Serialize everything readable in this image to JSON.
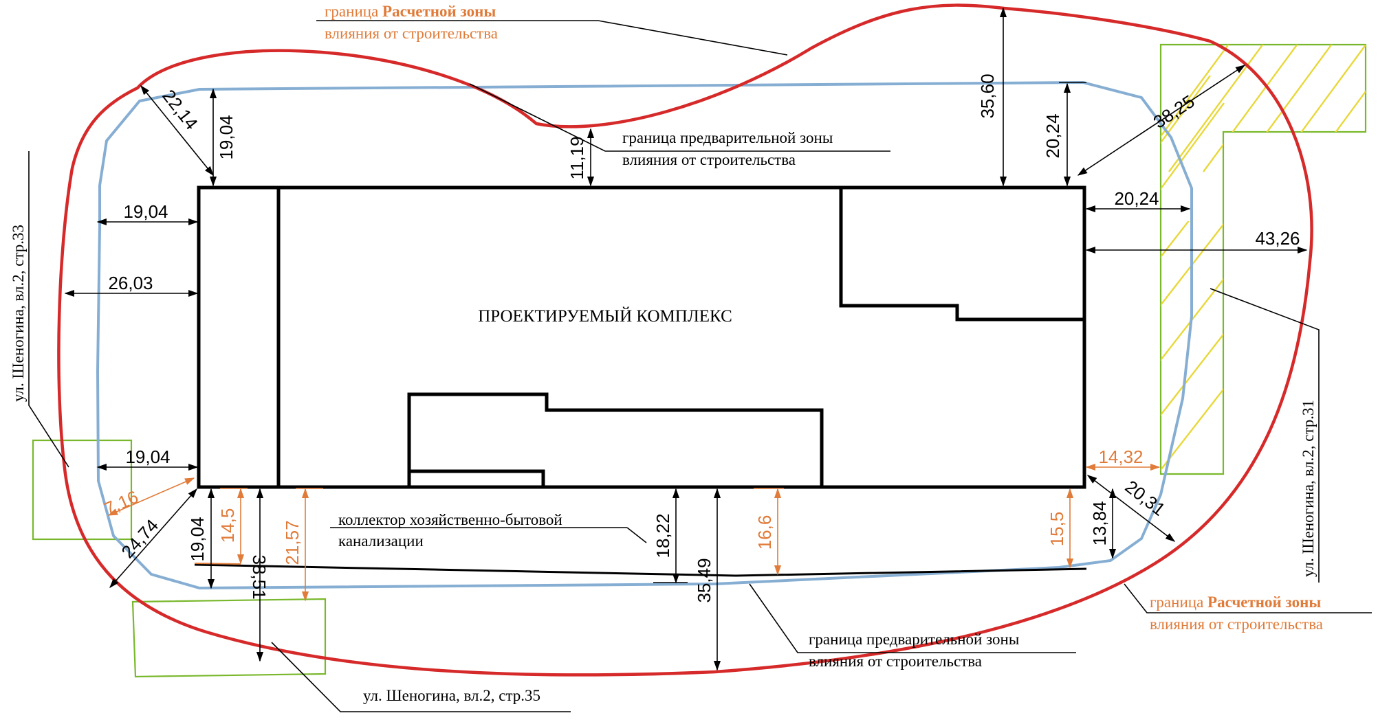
{
  "building": {
    "title": "ПРОЕКТИРУЕМЫЙ КОМПЛЕКС"
  },
  "labels": {
    "calc_zone_top": {
      "line1_prefix": "граница ",
      "line1_bold": "Расчетной зоны",
      "line2": "влияния от строительства"
    },
    "calc_zone_bottom": {
      "line1_prefix": "граница ",
      "line1_bold": "Расчетной зоны",
      "line2": "влияния от строительства"
    },
    "prelim_zone_top": {
      "line1": "граница предварительной зоны",
      "line2": "влияния от строительства"
    },
    "prelim_zone_bottom": {
      "line1": "граница предварительной зоны",
      "line2": "влияния от строительства"
    },
    "collector": {
      "line1": "коллектор хозяйственно-бытовой",
      "line2": "канализации"
    },
    "street_left": "ул. Шеногина, вл.2, стр.33",
    "street_right": "ул. Шеногина, вл.2, стр.31",
    "street_bottom": "ул. Шеногина, вл.2, стр.35"
  },
  "dimensions": {
    "top_left_diag": "22,14",
    "top_left": "19,04",
    "top_middle": "11,19",
    "top_calc": "35,60",
    "top_right": "20,24",
    "top_right_diag": "38,25",
    "right_upper": "20,24",
    "right_calc": "43,26",
    "right_lower_orange": "14,32",
    "bottom_right_diag": "20,31",
    "bottom_right": "13,84",
    "bottom_right_orange": "15,5",
    "bottom_mid_calc": "35,49",
    "bottom_mid_orange": "16,6",
    "bottom_mid": "18,22",
    "bottom_left_orange_a": "21,57",
    "bottom_left_calc": "38,51",
    "bottom_left_orange_b": "14,5",
    "bottom_left_prelim": "19,04",
    "bottom_left_diag": "24,74",
    "bottom_left_orange_diag": "7,16",
    "left_upper": "19,04",
    "left_calc": "26,03",
    "left_lower": "19,04"
  },
  "colors": {
    "calc_zone": "#d62a2a",
    "prelim_zone": "#86aed3",
    "neighbor_buildings": "#79b82c",
    "hatch": "#e8d83a",
    "dimension_orange": "#e07b39",
    "building_outline": "#000000"
  }
}
